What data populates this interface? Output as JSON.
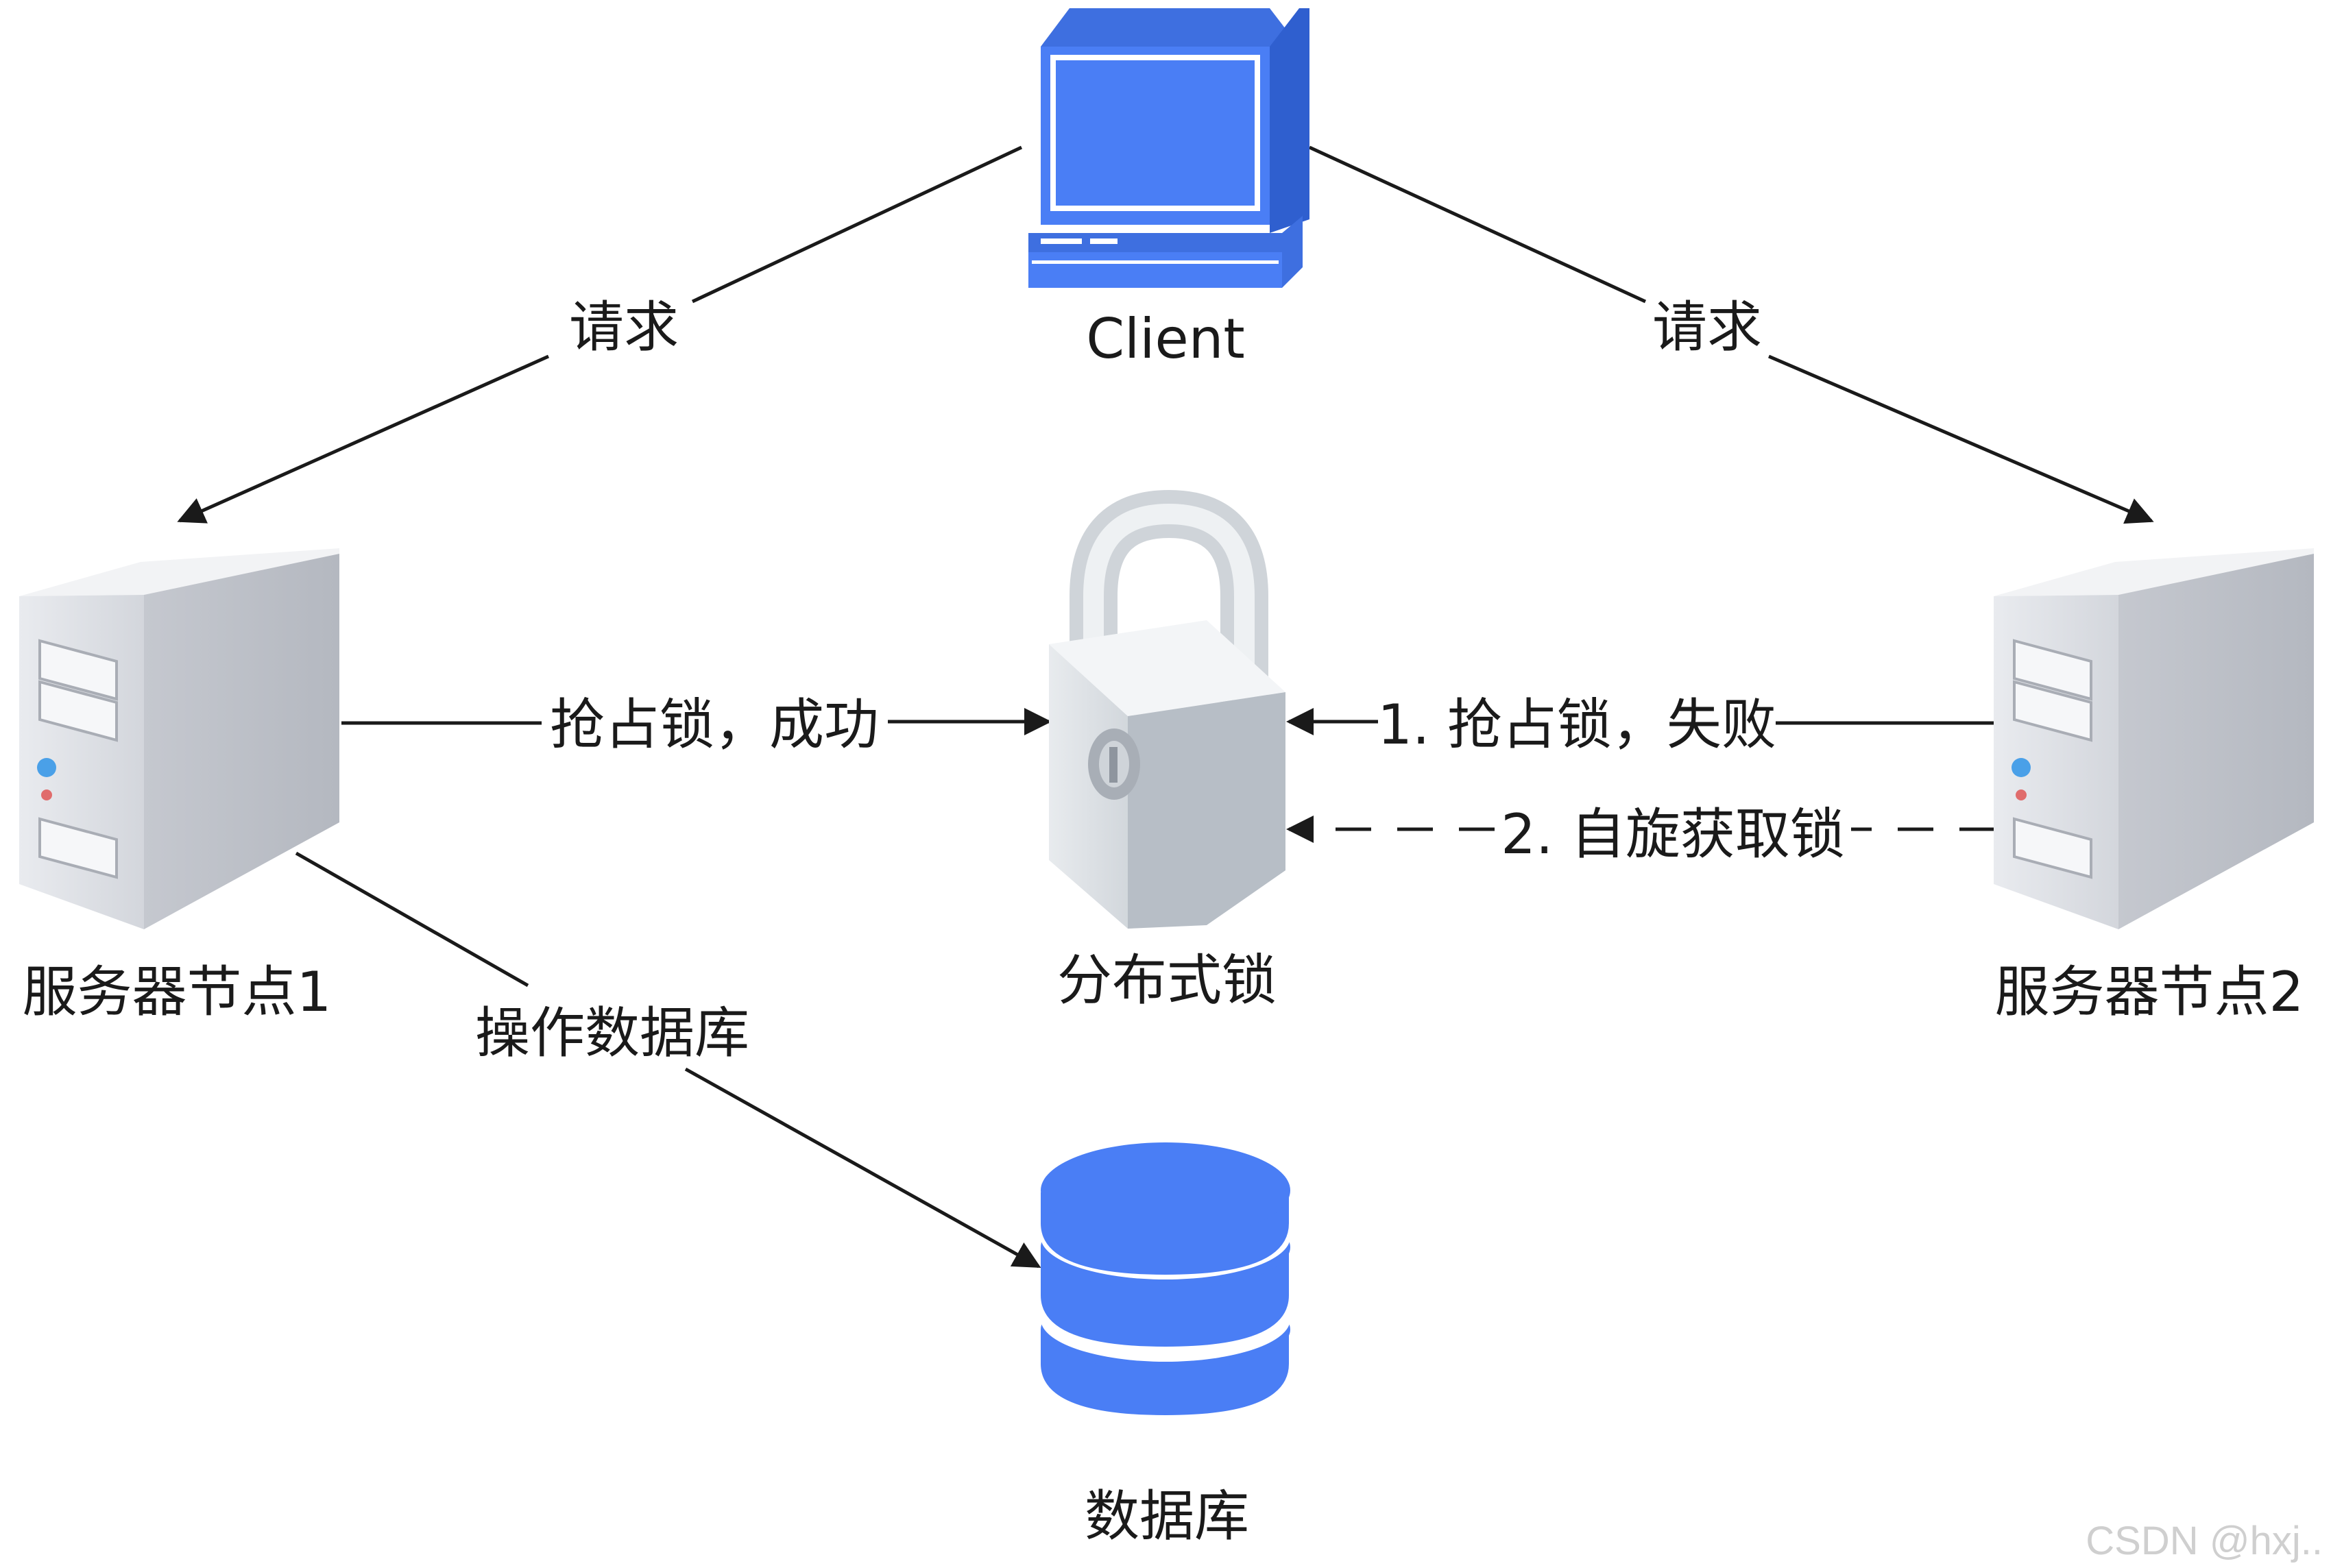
{
  "nodes": {
    "client": {
      "label": "Client",
      "icon": "computer-icon"
    },
    "server1": {
      "label": "服务器节点1",
      "icon": "server-icon"
    },
    "server2": {
      "label": "服务器节点2",
      "icon": "server-icon"
    },
    "lock": {
      "label": "分布式锁",
      "icon": "padlock-icon"
    },
    "database": {
      "label": "数据库",
      "icon": "database-icon"
    }
  },
  "edges": {
    "client_to_server1": {
      "label": "请求",
      "style": "solid"
    },
    "client_to_server2": {
      "label": "请求",
      "style": "solid"
    },
    "server1_to_lock": {
      "label": "抢占锁，成功",
      "style": "solid"
    },
    "server2_to_lock_fail": {
      "label": "1. 抢占锁，失败",
      "style": "solid"
    },
    "server2_to_lock_spin": {
      "label": "2. 自旋获取锁",
      "style": "dashed"
    },
    "server1_to_database": {
      "label": "操作数据库",
      "style": "solid"
    }
  },
  "watermark": "CSDN @hxj..",
  "colors": {
    "accent_blue": "#4a7ef5",
    "server_gray": "#d9dbe0",
    "lock_gray": "#c8ced4",
    "line": "#1a1a1a"
  }
}
